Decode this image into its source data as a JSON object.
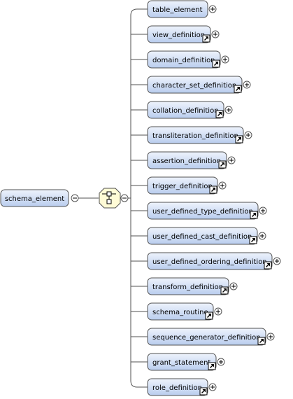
{
  "root": {
    "label": "schema_element"
  },
  "compositor": {
    "type": "choice",
    "name": "choice-compositor-icon"
  },
  "children": [
    {
      "label": "table_element",
      "reference": false
    },
    {
      "label": "view_definition",
      "reference": true
    },
    {
      "label": "domain_definition",
      "reference": true
    },
    {
      "label": "character_set_definition",
      "reference": true
    },
    {
      "label": "collation_definition",
      "reference": true
    },
    {
      "label": "transliteration_definition",
      "reference": true
    },
    {
      "label": "assertion_definition",
      "reference": true
    },
    {
      "label": "trigger_definition",
      "reference": true
    },
    {
      "label": "user_defined_type_definition",
      "reference": true
    },
    {
      "label": "user_defined_cast_definition",
      "reference": true
    },
    {
      "label": "user_defined_ordering_definition",
      "reference": true
    },
    {
      "label": "transform_definition",
      "reference": true
    },
    {
      "label": "schema_routine",
      "reference": true
    },
    {
      "label": "sequence_generator_definition",
      "reference": true
    },
    {
      "label": "grant_statement",
      "reference": true
    },
    {
      "label": "role_definition",
      "reference": true
    }
  ],
  "colors": {
    "node_fill_top": "#eef3fc",
    "node_fill_bottom": "#b9cdee",
    "node_border": "#525252",
    "connector": "#525252",
    "compositor_fill": "#fffbd6"
  }
}
